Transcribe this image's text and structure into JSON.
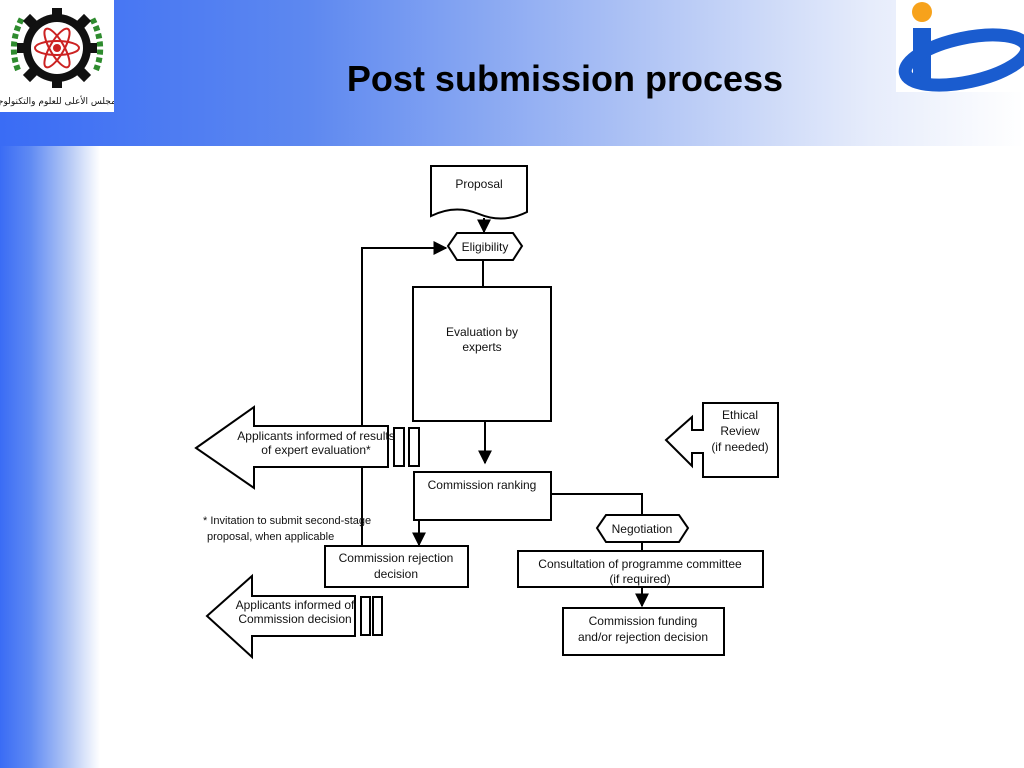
{
  "slide": {
    "title": "Post submission process",
    "logo_left_text": "المجلس الأعلى للعلوم والتكنولوجيا",
    "colors": {
      "header_blue": "#3a6cf5",
      "logo_blue": "#1a5ccf",
      "logo_orange": "#f7a21b",
      "logo_red": "#cc2222",
      "logo_green": "#2e8b2e"
    }
  },
  "flowchart": {
    "proposal": "Proposal",
    "eligibility": "Eligibility",
    "evaluation": [
      "Evaluation by",
      "experts"
    ],
    "ethical": [
      "Ethical",
      "Review",
      "(if needed)"
    ],
    "applicants_results": [
      "Applicants informed of results",
      "of expert evaluation*"
    ],
    "commission_ranking": "Commission ranking",
    "invitation_note": [
      "* Invitation to submit second-stage",
      "proposal, when applicable"
    ],
    "negotiation": "Negotiation",
    "rejection": [
      "Commission rejection",
      "decision"
    ],
    "consultation": [
      "Consultation of programme committee",
      "(if required)"
    ],
    "applicants_commission": [
      "Applicants informed of",
      "Commission decision"
    ],
    "funding": [
      "Commission funding",
      "and/or rejection decision"
    ]
  }
}
